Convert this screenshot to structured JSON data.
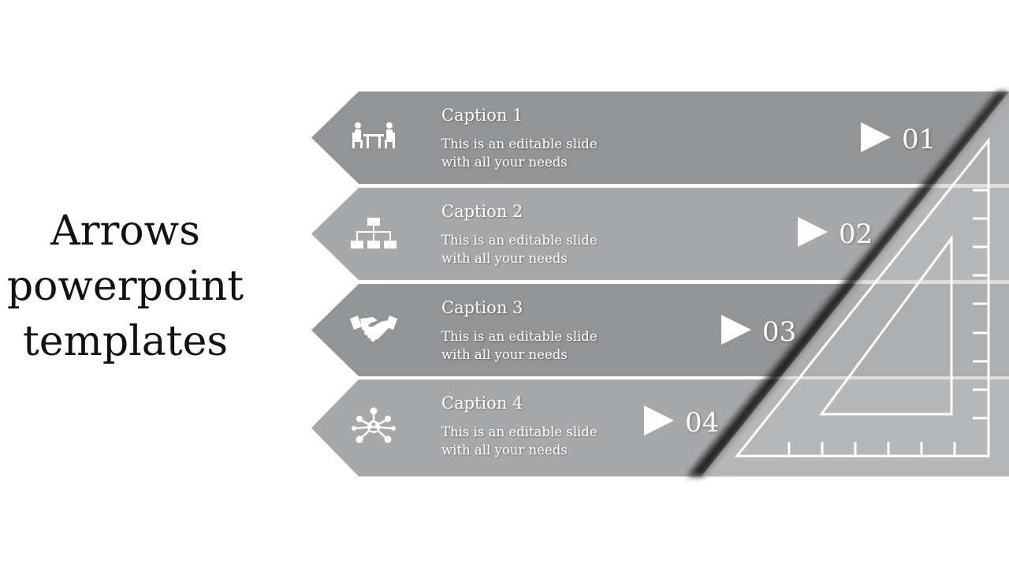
{
  "slide": {
    "title_lines": [
      "Arrows",
      "powerpoint",
      "templates"
    ]
  },
  "colors": {
    "dark_band": "#939496",
    "light_band": "#a7a8aa",
    "text": "#ffffff"
  },
  "items": [
    {
      "caption": "Caption 1",
      "line1": "This is an editable slide",
      "line2": "with all your needs",
      "number": "01",
      "icon": "meeting-people-icon"
    },
    {
      "caption": "Caption 2",
      "line1": "This is an editable slide",
      "line2": "with all your needs",
      "number": "02",
      "icon": "org-chart-icon"
    },
    {
      "caption": "Caption 3",
      "line1": "This is an editable slide",
      "line2": "with all your needs",
      "number": "03",
      "icon": "handshake-icon"
    },
    {
      "caption": "Caption 4",
      "line1": "This is an editable slide",
      "line2": "with all your needs",
      "number": "04",
      "icon": "network-hub-icon"
    }
  ]
}
